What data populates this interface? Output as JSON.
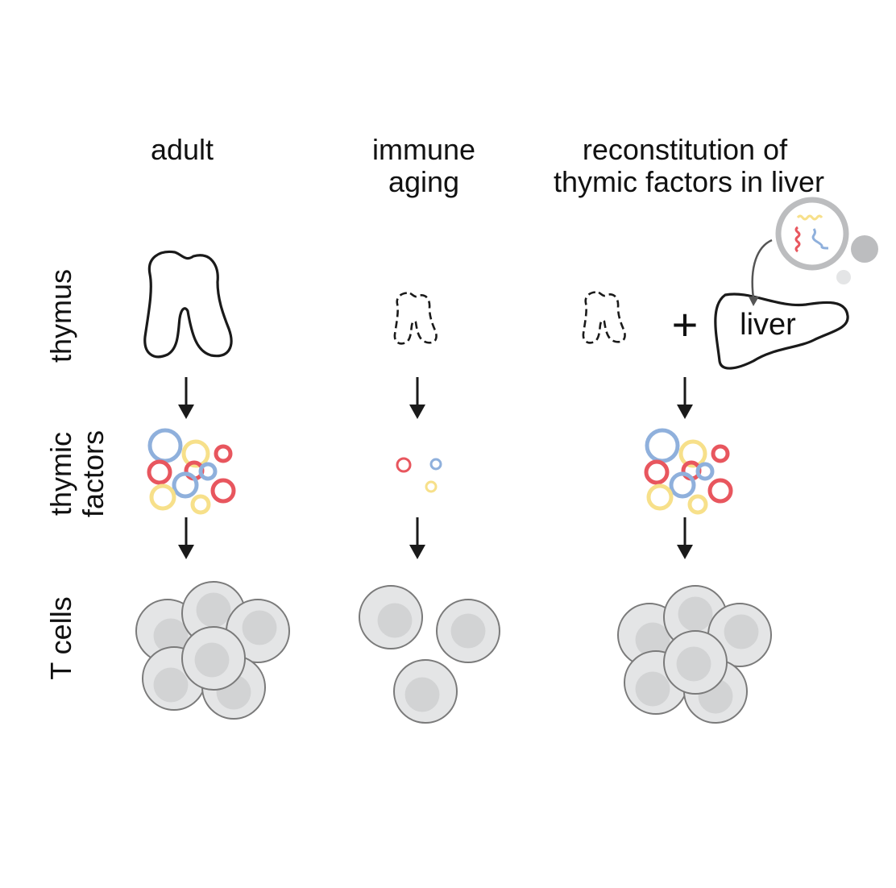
{
  "columns": {
    "adult": "adult",
    "aging_line1": "immune",
    "aging_line2": "aging",
    "recon_line1": "reconstitution of",
    "recon_line2": "thymic factors in liver"
  },
  "rows": {
    "thymus": "thymus",
    "factors_line1": "thymic",
    "factors_line2": "factors",
    "tcells": "T cells"
  },
  "liver_label": "liver",
  "plus_sign": "+",
  "colors": {
    "blue": "#8fb0dc",
    "yellow": "#f7e08a",
    "red": "#e8565e",
    "cell_fill": "#e4e5e6",
    "cell_stroke": "#7a7a7a",
    "nucleus": "#d2d3d4",
    "bubble_grey": "#bcbdbf",
    "outline": "#1a1a1a"
  },
  "icons": [
    "thymus-icon",
    "liver-icon",
    "arrow-down-icon",
    "dna-bubble-icon",
    "t-cell-icon",
    "thymic-factor-icon"
  ]
}
